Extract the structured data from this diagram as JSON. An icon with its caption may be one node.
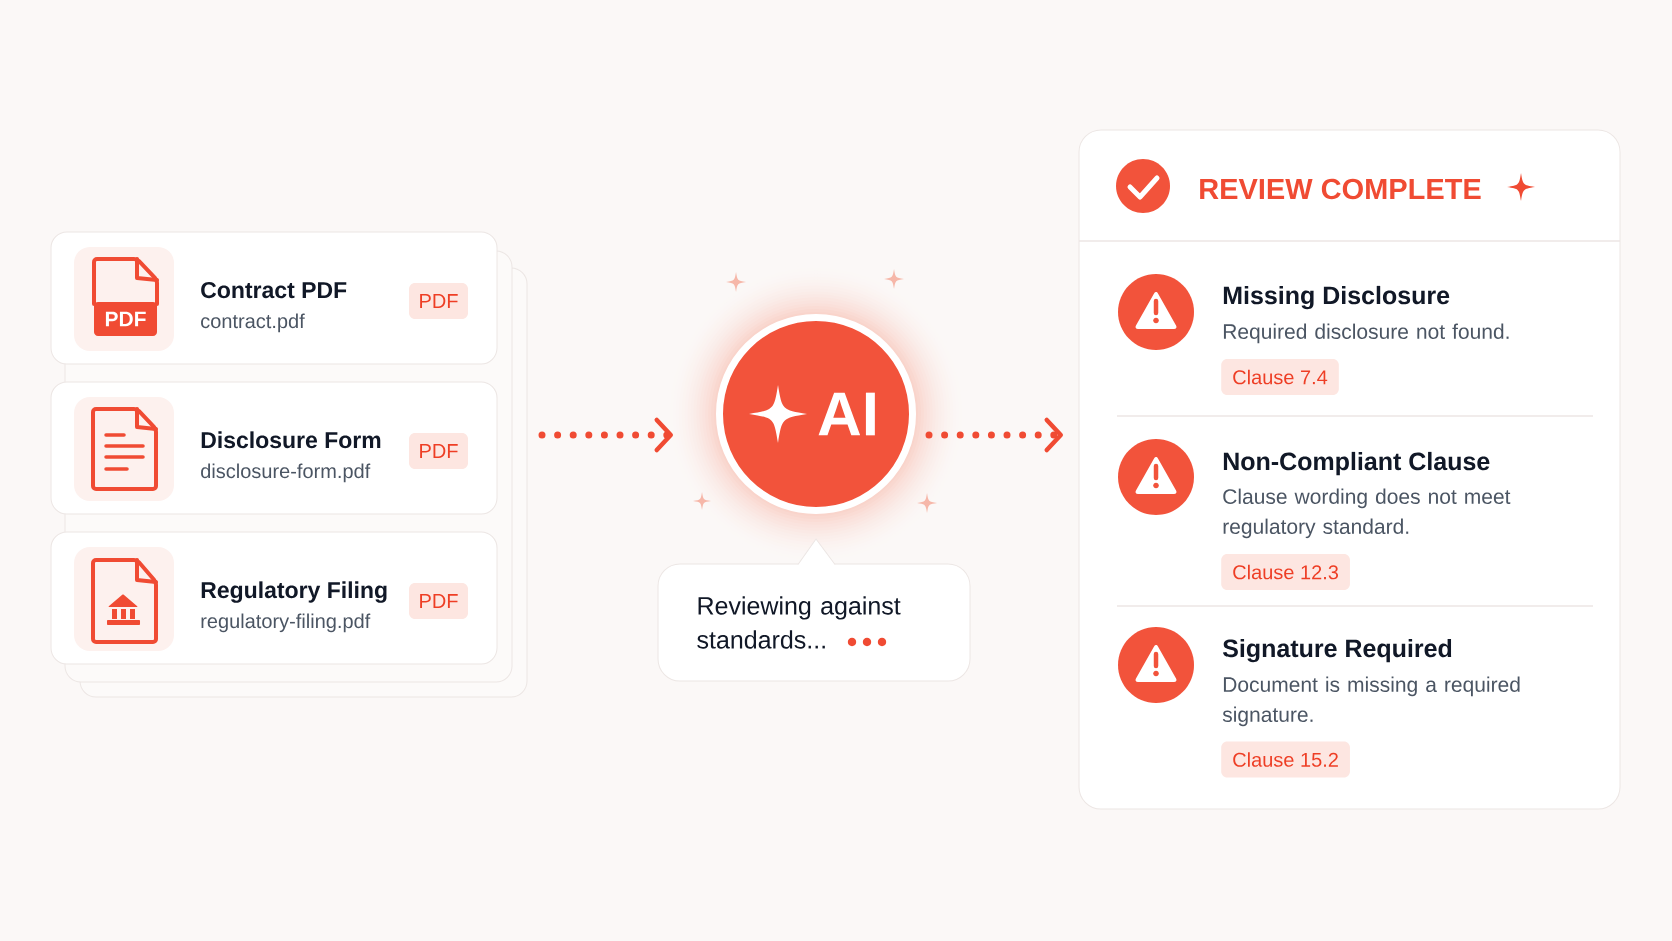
{
  "diagram": {
    "nodes": [
      {
        "text": [
          "Contract PDF",
          "contract.pdf"
        ]
      },
      {
        "text": [
          "PDF"
        ],
        "in": 0
      },
      {
        "text": [
          "PDF"
        ],
        "in": 0
      },
      {
        "text": [
          "Disclosure Form",
          "disclosure-form.pdf"
        ]
      },
      {
        "text": [
          "PDF"
        ],
        "in": 3
      },
      {
        "text": [
          "Regulatory Filing",
          "regulatory-filing.pdf"
        ]
      },
      {
        "text": [
          "PDF"
        ],
        "in": 5
      },
      {
        "text": [
          "AI"
        ]
      },
      {
        "text": [
          "Reviewing against standards..."
        ]
      },
      {
        "text": [
          "REVIEW COMPLETE",
          "Missing Disclosure",
          "Required disclosure not found.",
          "Non-Compliant Clause",
          "Clause wording does not meet regulatory standard.",
          "Signature Required",
          "Document is missing a required signature."
        ]
      },
      {
        "text": [
          "Clause 7.4"
        ],
        "in": 9
      },
      {
        "text": [
          "Clause 12.3"
        ],
        "in": 9
      },
      {
        "text": [
          "Clause 15.2"
        ],
        "in": 9
      }
    ],
    "edges": [
      {
        "from": 3,
        "to": 7,
        "arrow": "to",
        "style": "dashed"
      },
      {
        "from": 7,
        "to": 9,
        "arrow": "to",
        "style": "dashed"
      }
    ]
  }
}
